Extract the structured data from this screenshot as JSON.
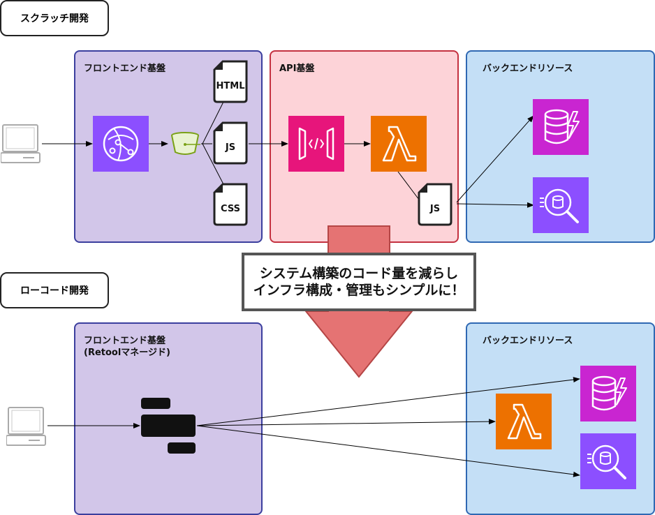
{
  "scratch": {
    "heading": "スクラッチ開発",
    "frontend": {
      "title": "フロントエンド基盤"
    },
    "api": {
      "title": "API基盤"
    },
    "backend": {
      "title": "バックエンドリソース"
    },
    "files": {
      "html": "HTML",
      "js": "JS",
      "css": "CSS",
      "lambda_js": "JS"
    }
  },
  "lowcode": {
    "heading": "ローコード開発",
    "frontend": {
      "title": "フロントエンド基盤",
      "subtitle": "(Retoolマネージド)"
    },
    "backend": {
      "title": "バックエンドリソース"
    }
  },
  "banner": {
    "line1": "システム構築のコード量を減らし",
    "line2": "インフラ構成・管理もシンプルに！"
  },
  "colors": {
    "frontend_fill": "#d2c6e9",
    "api_fill": "#fdd3d8",
    "backend_fill": "#c4dff6",
    "cloudfront": "#8c4fff",
    "s3": "#7aa116",
    "api_gateway": "#e7157b",
    "lambda": "#ed7100",
    "dynamodb": "#c925d1",
    "athena": "#8c4fff",
    "arrow": "#e57373"
  },
  "icons": {
    "client": "laptop-icon",
    "cdn": "cloudfront-icon",
    "bucket": "s3-bucket-icon",
    "gateway": "api-gateway-icon",
    "function": "lambda-icon",
    "database": "dynamodb-icon",
    "query": "athena-icon",
    "retool": "retool-logo-icon"
  }
}
